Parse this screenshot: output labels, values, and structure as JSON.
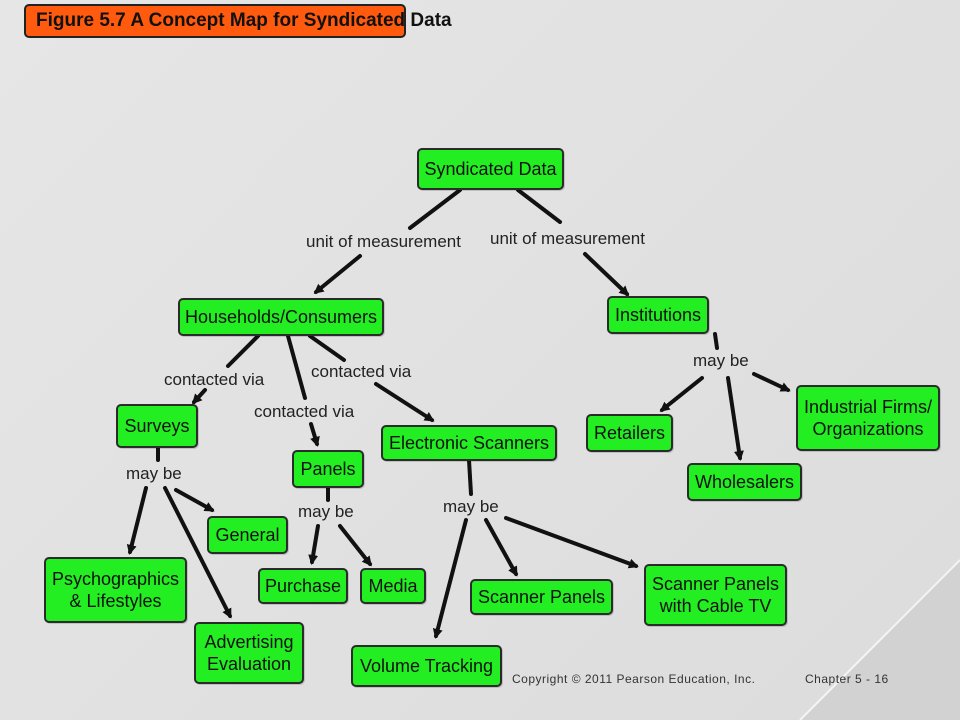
{
  "title": "Figure 5.7 A Concept Map for Syndicated Data",
  "nodes": {
    "syndicated": "Syndicated Data",
    "households": "Households/Consumers",
    "institutions": "Institutions",
    "surveys": "Surveys",
    "panels": "Panels",
    "scanners": "Electronic Scanners",
    "retailers": "Retailers",
    "industrial": "Industrial Firms/\nOrganizations",
    "wholesalers": "Wholesalers",
    "general": "General",
    "psychographics": "Psychographics\n& Lifestyles",
    "advertising": "Advertising\nEvaluation",
    "purchase": "Purchase",
    "media": "Media",
    "scanner_panels": "Scanner Panels",
    "scanner_cable": "Scanner Panels\nwith Cable TV",
    "volume": "Volume Tracking"
  },
  "labels": {
    "uom_left": "unit of measurement",
    "uom_right": "unit of measurement",
    "contacted_1": "contacted via",
    "contacted_2": "contacted via",
    "contacted_3": "contacted via",
    "maybe_surveys": "may be",
    "maybe_panels": "may be",
    "maybe_scanners": "may be",
    "maybe_institutions": "may be"
  },
  "footer": {
    "copyright": "Copyright © 2011 Pearson Education, Inc.",
    "chapter": "Chapter 5 - 16"
  },
  "colors": {
    "node_fill": "#22ee22",
    "title_fill": "#ff5a0e",
    "background": "#e3e3e3"
  }
}
